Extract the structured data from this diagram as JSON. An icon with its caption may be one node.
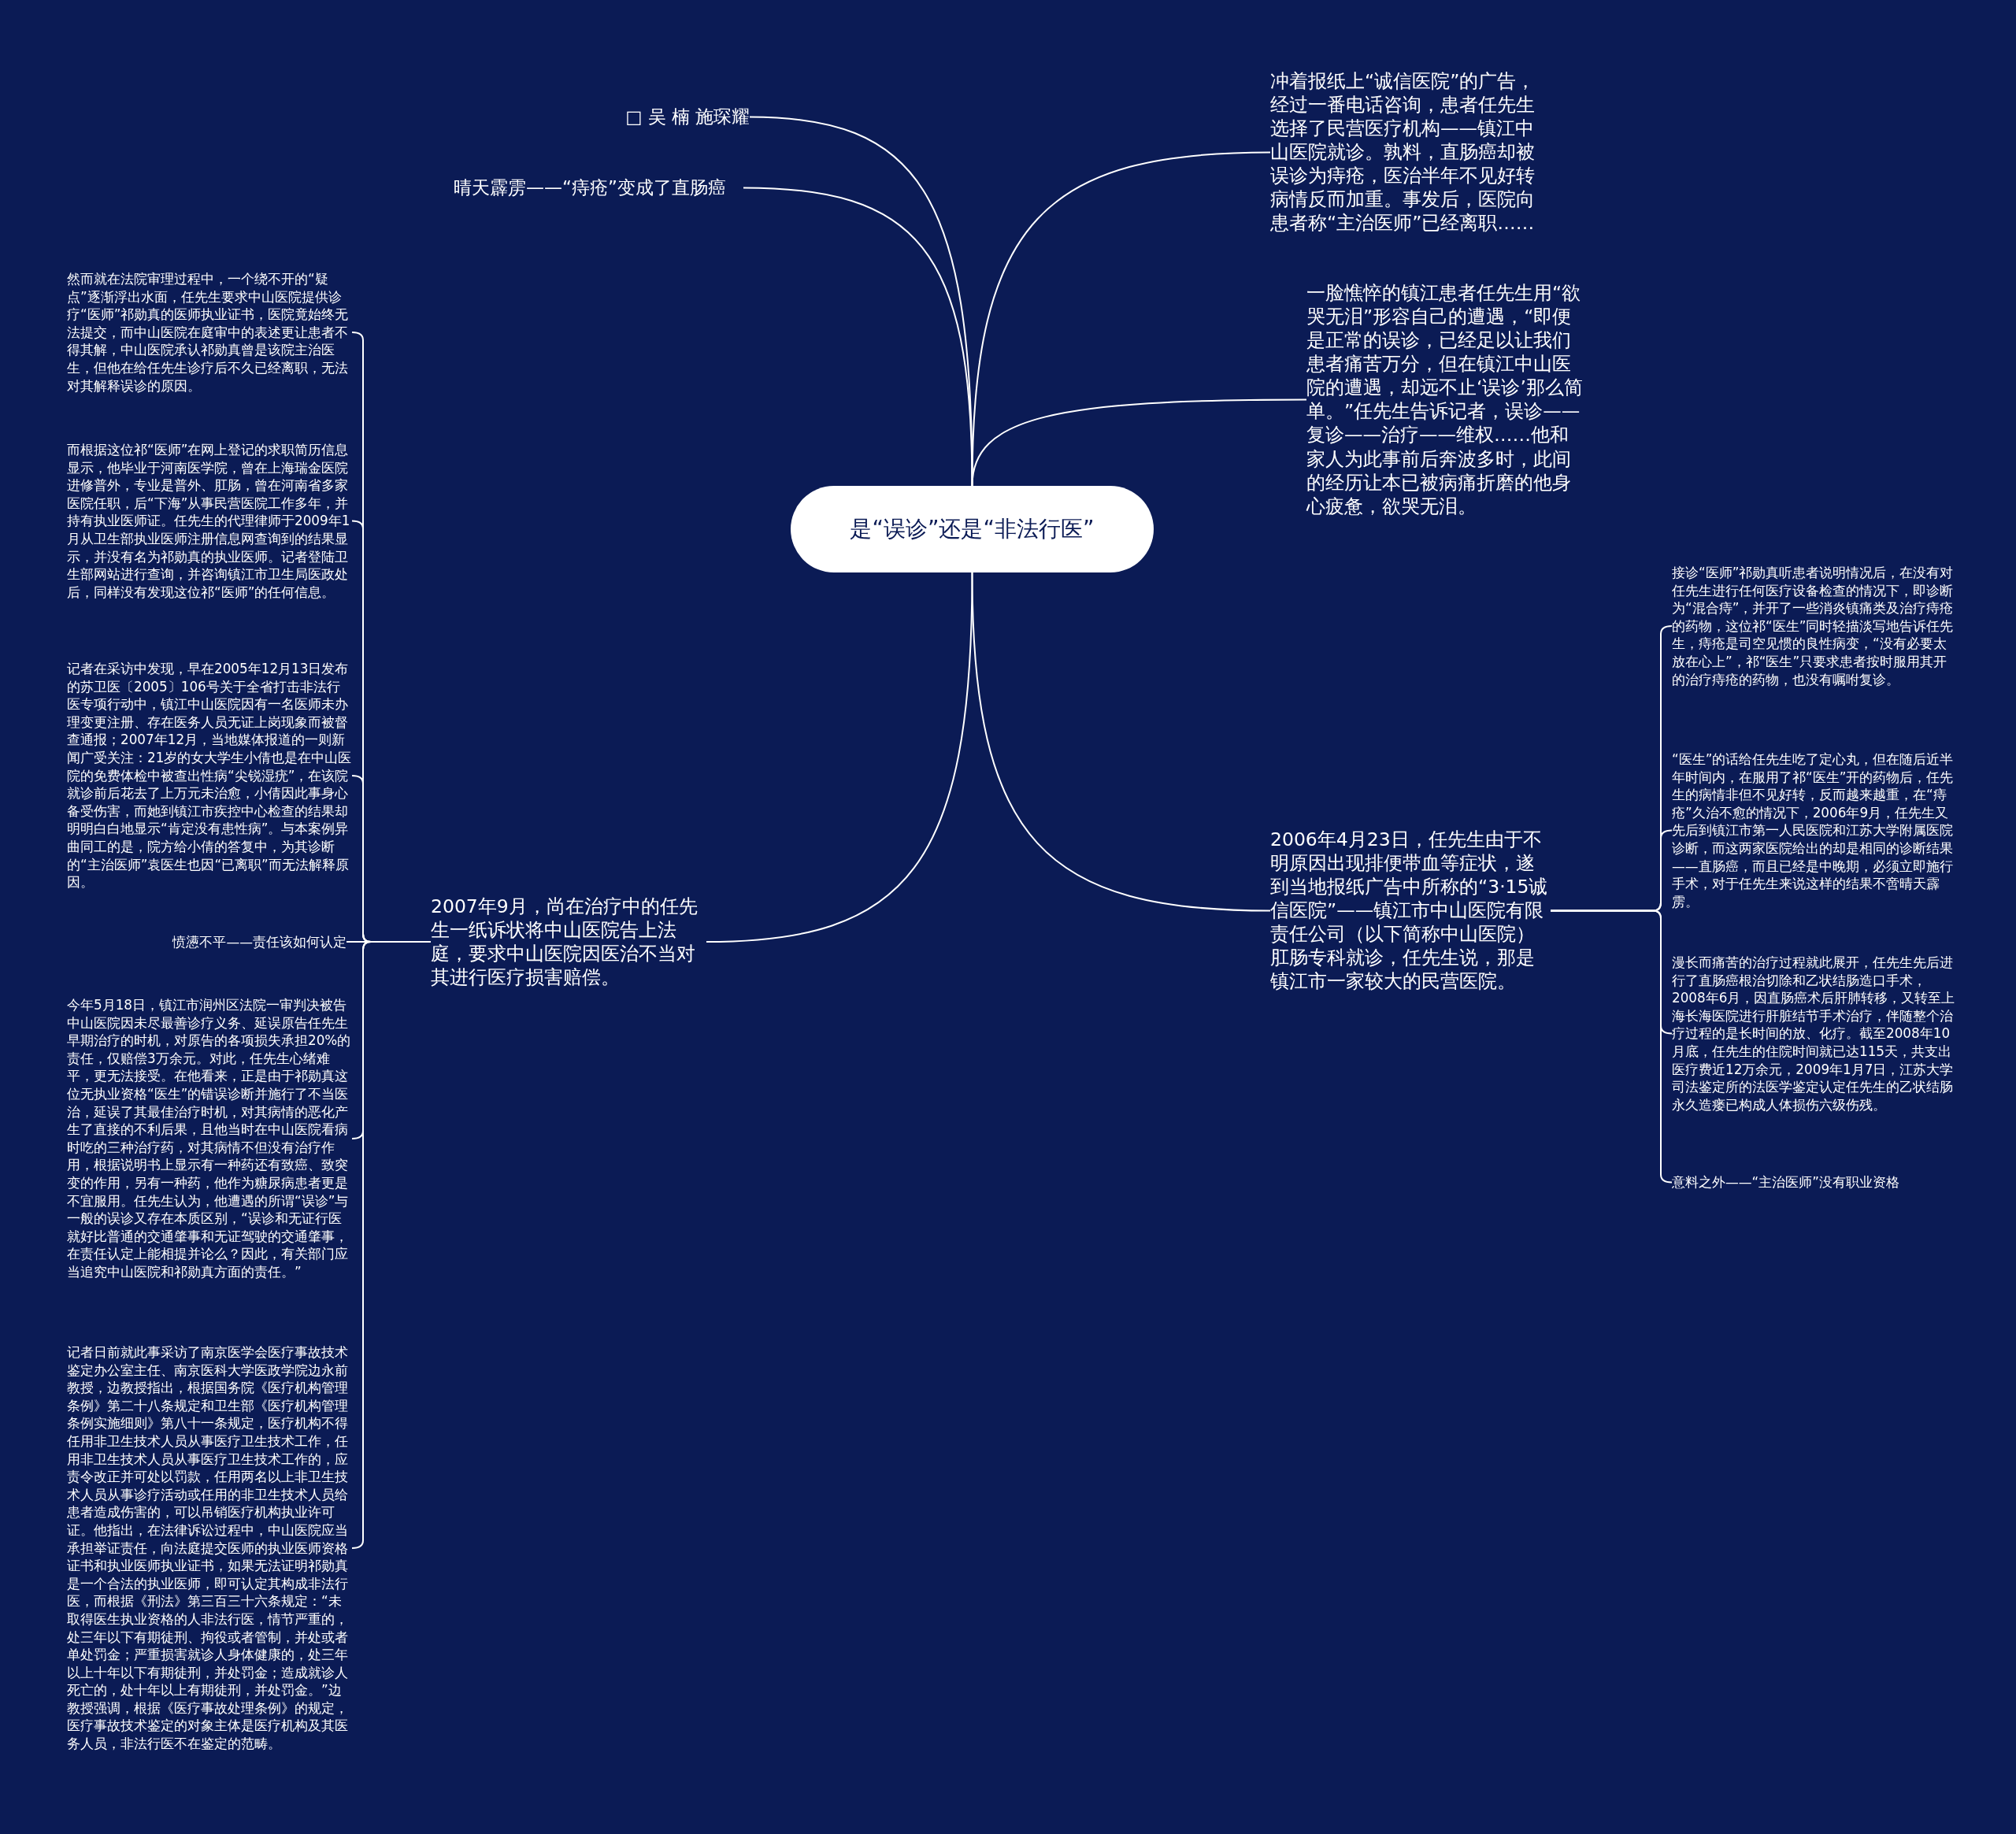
{
  "diagram": {
    "nodes": [
      {
        "text": [
          "是“误诊”还是“非法行医”"
        ]
      },
      {
        "text": [
          "□ 吴 楠 施琛耀"
        ]
      },
      {
        "text": [
          "晴天霹雳——“痔疮”变成了直肠癌"
        ]
      },
      {
        "text": [
          "冲着报纸上“诚信医院”的广告，经过一番电话咨询，患者任先生选择了民营医疗机构——镇江中山医院就诊。孰料，直肠癌却被误诊为痔疮，医治半年不见好转病情反而加重。事发后，医院向患者称“主治医师”已经离职……"
        ]
      },
      {
        "text": [
          "一脸憔悴的镇江患者任先生用“欲哭无泪”形容自己的遭遇，“即便是正常的误诊，已经足以让我们患者痛苦万分，但在镇江中山医院的遭遇，却远不止‘误诊’那么简单。”任先生告诉记者，误诊——复诊——治疗——维权……他和家人为此事前后奔波多时，此间的经历让本已被病痛折磨的他身心疲惫，欲哭无泪。"
        ]
      },
      {
        "text": [
          "2006年4月23日，任先生由于不明原因出现排便带血等症状，遂到当地报纸广告中所称的“3·15诚信医院”——镇江市中山医院有限责任公司（以下简称中山医院）肛肠专科就诊，任先生说，那是镇江市一家较大的民营医院。"
        ]
      },
      {
        "text": [
          "2007年9月，尚在治疗中的任先生一纸诉状将中山医院告上法庭，要求中山医院因医治不当对其进行医疗损害赔偿。"
        ]
      },
      {
        "text": [
          "然而就在法院审理过程中，一个绕不开的“疑点”逐渐浮出水面，任先生要求中山医院提供诊疗“医师”祁勋真的医师执业证书，医院竟始终无法提交，而中山医院在庭审中的表述更让患者不得其解，中山医院承认祁勋真曾是该院主治医生，但他在给任先生诊疗后不久已经离职，无法对其解释误诊的原因。"
        ]
      },
      {
        "text": [
          "而根据这位祁“医师”在网上登记的求职简历信息显示，他毕业于河南医学院，曾在上海瑞金医院进修普外，专业是普外、肛肠，曾在河南省多家医院任职，后“下海”从事民营医院工作多年，并持有执业医师证。任先生的代理律师于2009年1月从卫生部执业医师注册信息网查询到的结果显示，并没有名为祁勋真的执业医师。记者登陆卫生部网站进行查询，并咨询镇江市卫生局医政处后，同样没有发现这位祁“医师”的任何信息。"
        ]
      },
      {
        "text": [
          "记者在采访中发现，早在2005年12月13日发布的苏卫医〔2005〕106号关于全省打击非法行医专项行动中，镇江中山医院因有一名医师未办理变更注册、存在医务人员无证上岗现象而被督查通报；2007年12月，当地媒体报道的一则新闻广受关注：21岁的女大学生小倩也是在中山医院的免费体检中被查出性病“尖锐湿疣”，在该院就诊前后花去了上万元未治愈，小倩因此事身心备受伤害，而她到镇江市疾控中心检查的结果却明明白白地显示“肯定没有患性病”。与本案例异曲同工的是，院方给小倩的答复中，为其诊断的“主治医师”袁医生也因“已离职”而无法解释原因。"
        ]
      },
      {
        "text": [
          "愤懑不平——责任该如何认定"
        ]
      },
      {
        "text": [
          "今年5月18日，镇江市润州区法院一审判决被告中山医院因未尽最善诊疗义务、延误原告任先生早期治疗的时机，对原告的各项损失承担20%的责任，仅赔偿3万余元。对此，任先生心绪难平，更无法接受。在他看来，正是由于祁勋真这位无执业资格“医生”的错误诊断并施行了不当医治，延误了其最佳治疗时机，对其病情的恶化产生了直接的不利后果，且他当时在中山医院看病时吃的三种治疗药，对其病情不但没有治疗作用，根据说明书上显示有一种药还有致癌、致突变的作用，另有一种药，他作为糖尿病患者更是不宜服用。任先生认为，他遭遇的所谓“误诊”与一般的误诊又存在本质区别，“误诊和无证行医就好比普通的交通肇事和无证驾驶的交通肇事，在责任认定上能相提并论么？因此，有关部门应当追究中山医院和祁勋真方面的责任。”"
        ]
      },
      {
        "text": [
          "记者日前就此事采访了南京医学会医疗事故技术鉴定办公室主任、南京医科大学医政学院边永前教授，边教授指出，根据国务院《医疗机构管理条例》第二十八条规定和卫生部《医疗机构管理条例实施细则》第八十一条规定，医疗机构不得任用非卫生技术人员从事医疗卫生技术工作，任用非卫生技术人员从事医疗卫生技术工作的，应责令改正并可处以罚款，任用两名以上非卫生技术人员从事诊疗活动或任用的非卫生技术人员给患者造成伤害的，可以吊销医疗机构执业许可证。他指出，在法律诉讼过程中，中山医院应当承担举证责任，向法庭提交医师的执业医师资格证书和执业医师执业证书，如果无法证明祁勋真是一个合法的执业医师，即可认定其构成非法行医，而根据《刑法》第三百三十六条规定：“未取得医生执业资格的人非法行医，情节严重的，处三年以下有期徒刑、拘役或者管制，并处或者单处罚金；严重损害就诊人身体健康的，处三年以上十年以下有期徒刑，并处罚金；造成就诊人死亡的，处十年以上有期徒刑，并处罚金。”边教授强调，根据《医疗事故处理条例》的规定，医疗事故技术鉴定的对象主体是医疗机构及其医务人员，非法行医不在鉴定的范畴。"
        ]
      },
      {
        "text": [
          "接诊“医师”祁勋真听患者说明情况后，在没有对任先生进行任何医疗设备检查的情况下，即诊断为“混合痔”，并开了一些消炎镇痛类及治疗痔疮的药物，这位祁“医生”同时轻描淡写地告诉任先生，痔疮是司空见惯的良性病变，“没有必要太放在心上”，祁“医生”只要求患者按时服用其开的治疗痔疮的药物，也没有嘱咐复诊。"
        ]
      },
      {
        "text": [
          "“医生”的话给任先生吃了定心丸，但在随后近半年时间内，在服用了祁“医生”开的药物后，任先生的病情非但不见好转，反而越来越重，在“痔疮”久治不愈的情况下，2006年9月，任先生又先后到镇江市第一人民医院和江苏大学附属医院诊断，而这两家医院给出的却是相同的诊断结果——直肠癌，而且已经是中晚期，必须立即施行手术，对于任先生来说这样的结果不啻晴天霹雳。"
        ]
      },
      {
        "text": [
          "漫长而痛苦的治疗过程就此展开，任先生先后进行了直肠癌根治切除和乙状结肠造口手术，2008年6月，因直肠癌术后肝肺转移，又转至上海长海医院进行肝脏结节手术治疗，伴随整个治疗过程的是长时间的放、化疗。截至2008年10月底，任先生的住院时间就已达115天，共支出医疗费近12万余元，2009年1月7日，江苏大学司法鉴定所的法医学鉴定认定任先生的乙状结肠永久造瘘已构成人体损伤六级伤残。"
        ]
      },
      {
        "text": [
          "意料之外——“主治医师”没有职业资格"
        ]
      }
    ],
    "edges": [
      {
        "from": 0,
        "to": 1,
        "arrow": "none"
      },
      {
        "from": 0,
        "to": 2,
        "arrow": "none"
      },
      {
        "from": 0,
        "to": 3,
        "arrow": "none"
      },
      {
        "from": 0,
        "to": 4,
        "arrow": "none"
      },
      {
        "from": 0,
        "to": 5,
        "arrow": "none"
      },
      {
        "from": 0,
        "to": 6,
        "arrow": "none"
      },
      {
        "from": 6,
        "to": 7,
        "arrow": "none"
      },
      {
        "from": 6,
        "to": 8,
        "arrow": "none"
      },
      {
        "from": 6,
        "to": 9,
        "arrow": "none"
      },
      {
        "from": 6,
        "to": 10,
        "arrow": "none"
      },
      {
        "from": 6,
        "to": 11,
        "arrow": "none"
      },
      {
        "from": 6,
        "to": 12,
        "arrow": "none"
      },
      {
        "from": 5,
        "to": 13,
        "arrow": "none"
      },
      {
        "from": 5,
        "to": 14,
        "arrow": "none"
      },
      {
        "from": 5,
        "to": 15,
        "arrow": "none"
      },
      {
        "from": 5,
        "to": 16,
        "arrow": "none"
      }
    ]
  }
}
